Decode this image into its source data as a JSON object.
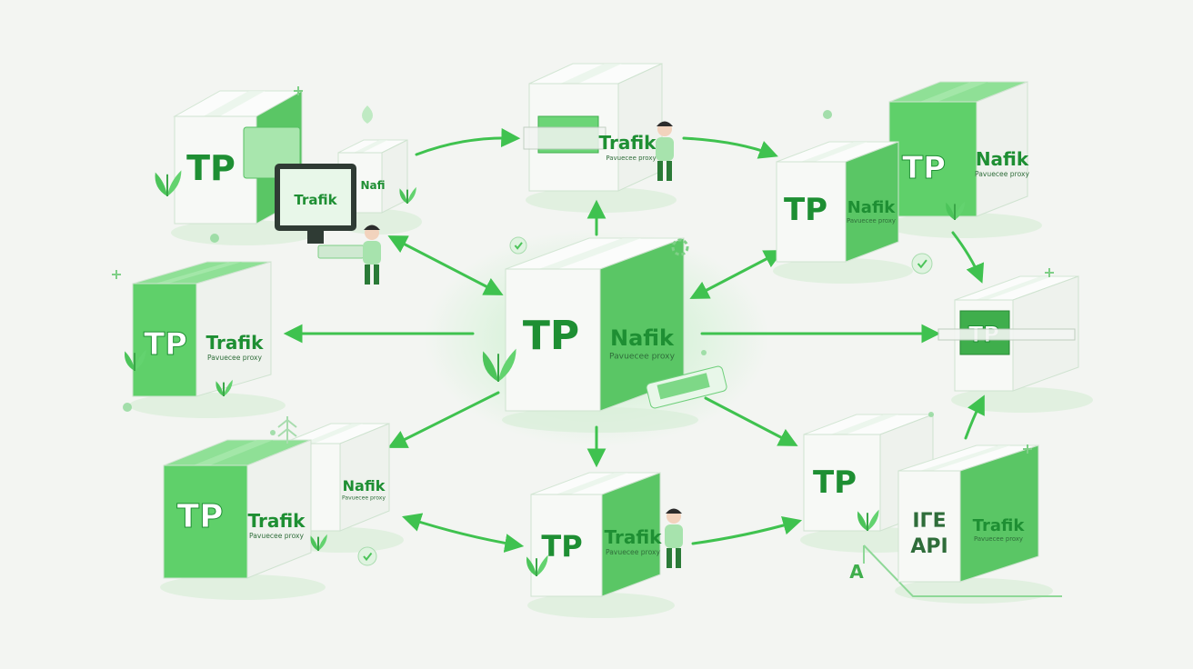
{
  "colors": {
    "background": "#f3f5f2",
    "accent": "#3fc24f",
    "box_dark": "#5fd06a",
    "box_light": "#f7f9f6",
    "logo_text": "#1e8f33"
  },
  "labels": {
    "logo": "TP",
    "brand": "Trafik",
    "brand_alt": "Nafik",
    "tagline": "Pavuecee proxy",
    "api_top": "ΙΓΕ",
    "api": "API",
    "letter_a": "A"
  },
  "icons": {
    "plant": "leaf-sprout-icon",
    "check": "check-circle-icon",
    "plus": "plus-icon",
    "gear": "gear-icon",
    "person": "person-icon",
    "monitor": "monitor-icon"
  }
}
